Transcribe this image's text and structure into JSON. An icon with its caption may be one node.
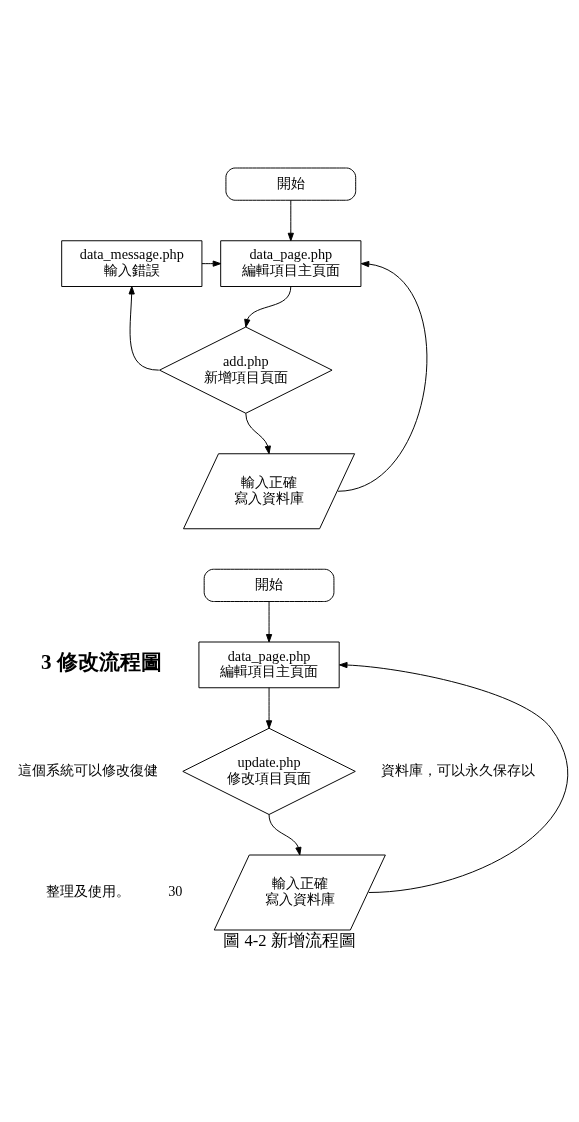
{
  "diagram": {
    "caption": "圖 4-2 新增流程圖",
    "nodes": [
      {
        "text": [
          "開始"
        ]
      },
      {
        "text": [
          "data_message.php",
          "輸入錯誤"
        ]
      },
      {
        "text": [
          "data_page.php",
          "編輯項目主頁面"
        ]
      },
      {
        "text": [
          "add.php",
          "新增項目頁面"
        ]
      },
      {
        "text": [
          "輸入正確",
          "寫入資料庫"
        ]
      },
      {
        "text": [
          "開始"
        ]
      },
      {
        "text": [
          "data_page.php",
          "編輯項目主頁面"
        ]
      },
      {
        "text": [
          "update.php",
          "修改項目頁面"
        ]
      },
      {
        "text": [
          "輸入正確",
          "寫入資料庫"
        ]
      }
    ],
    "edges": [
      {
        "from": 0,
        "to": 2,
        "arrow": "to"
      },
      {
        "from": 1,
        "to": 2,
        "arrow": "to"
      },
      {
        "from": 2,
        "to": 3,
        "arrow": "to"
      },
      {
        "from": 3,
        "to": 1,
        "arrow": "to"
      },
      {
        "from": 3,
        "to": 4,
        "arrow": "to"
      },
      {
        "from": 4,
        "to": 2,
        "arrow": "to"
      },
      {
        "from": 5,
        "to": 6,
        "arrow": "to"
      },
      {
        "from": 6,
        "to": 7,
        "arrow": "to"
      },
      {
        "from": 7,
        "to": 8,
        "arrow": "to"
      },
      {
        "from": 8,
        "to": 6,
        "arrow": "to"
      }
    ],
    "labels": [
      "3 修改流程圖",
      "這個系統可以修改復健",
      "資料庫，可以永久保存以",
      "整理及使用。",
      "30"
    ]
  }
}
